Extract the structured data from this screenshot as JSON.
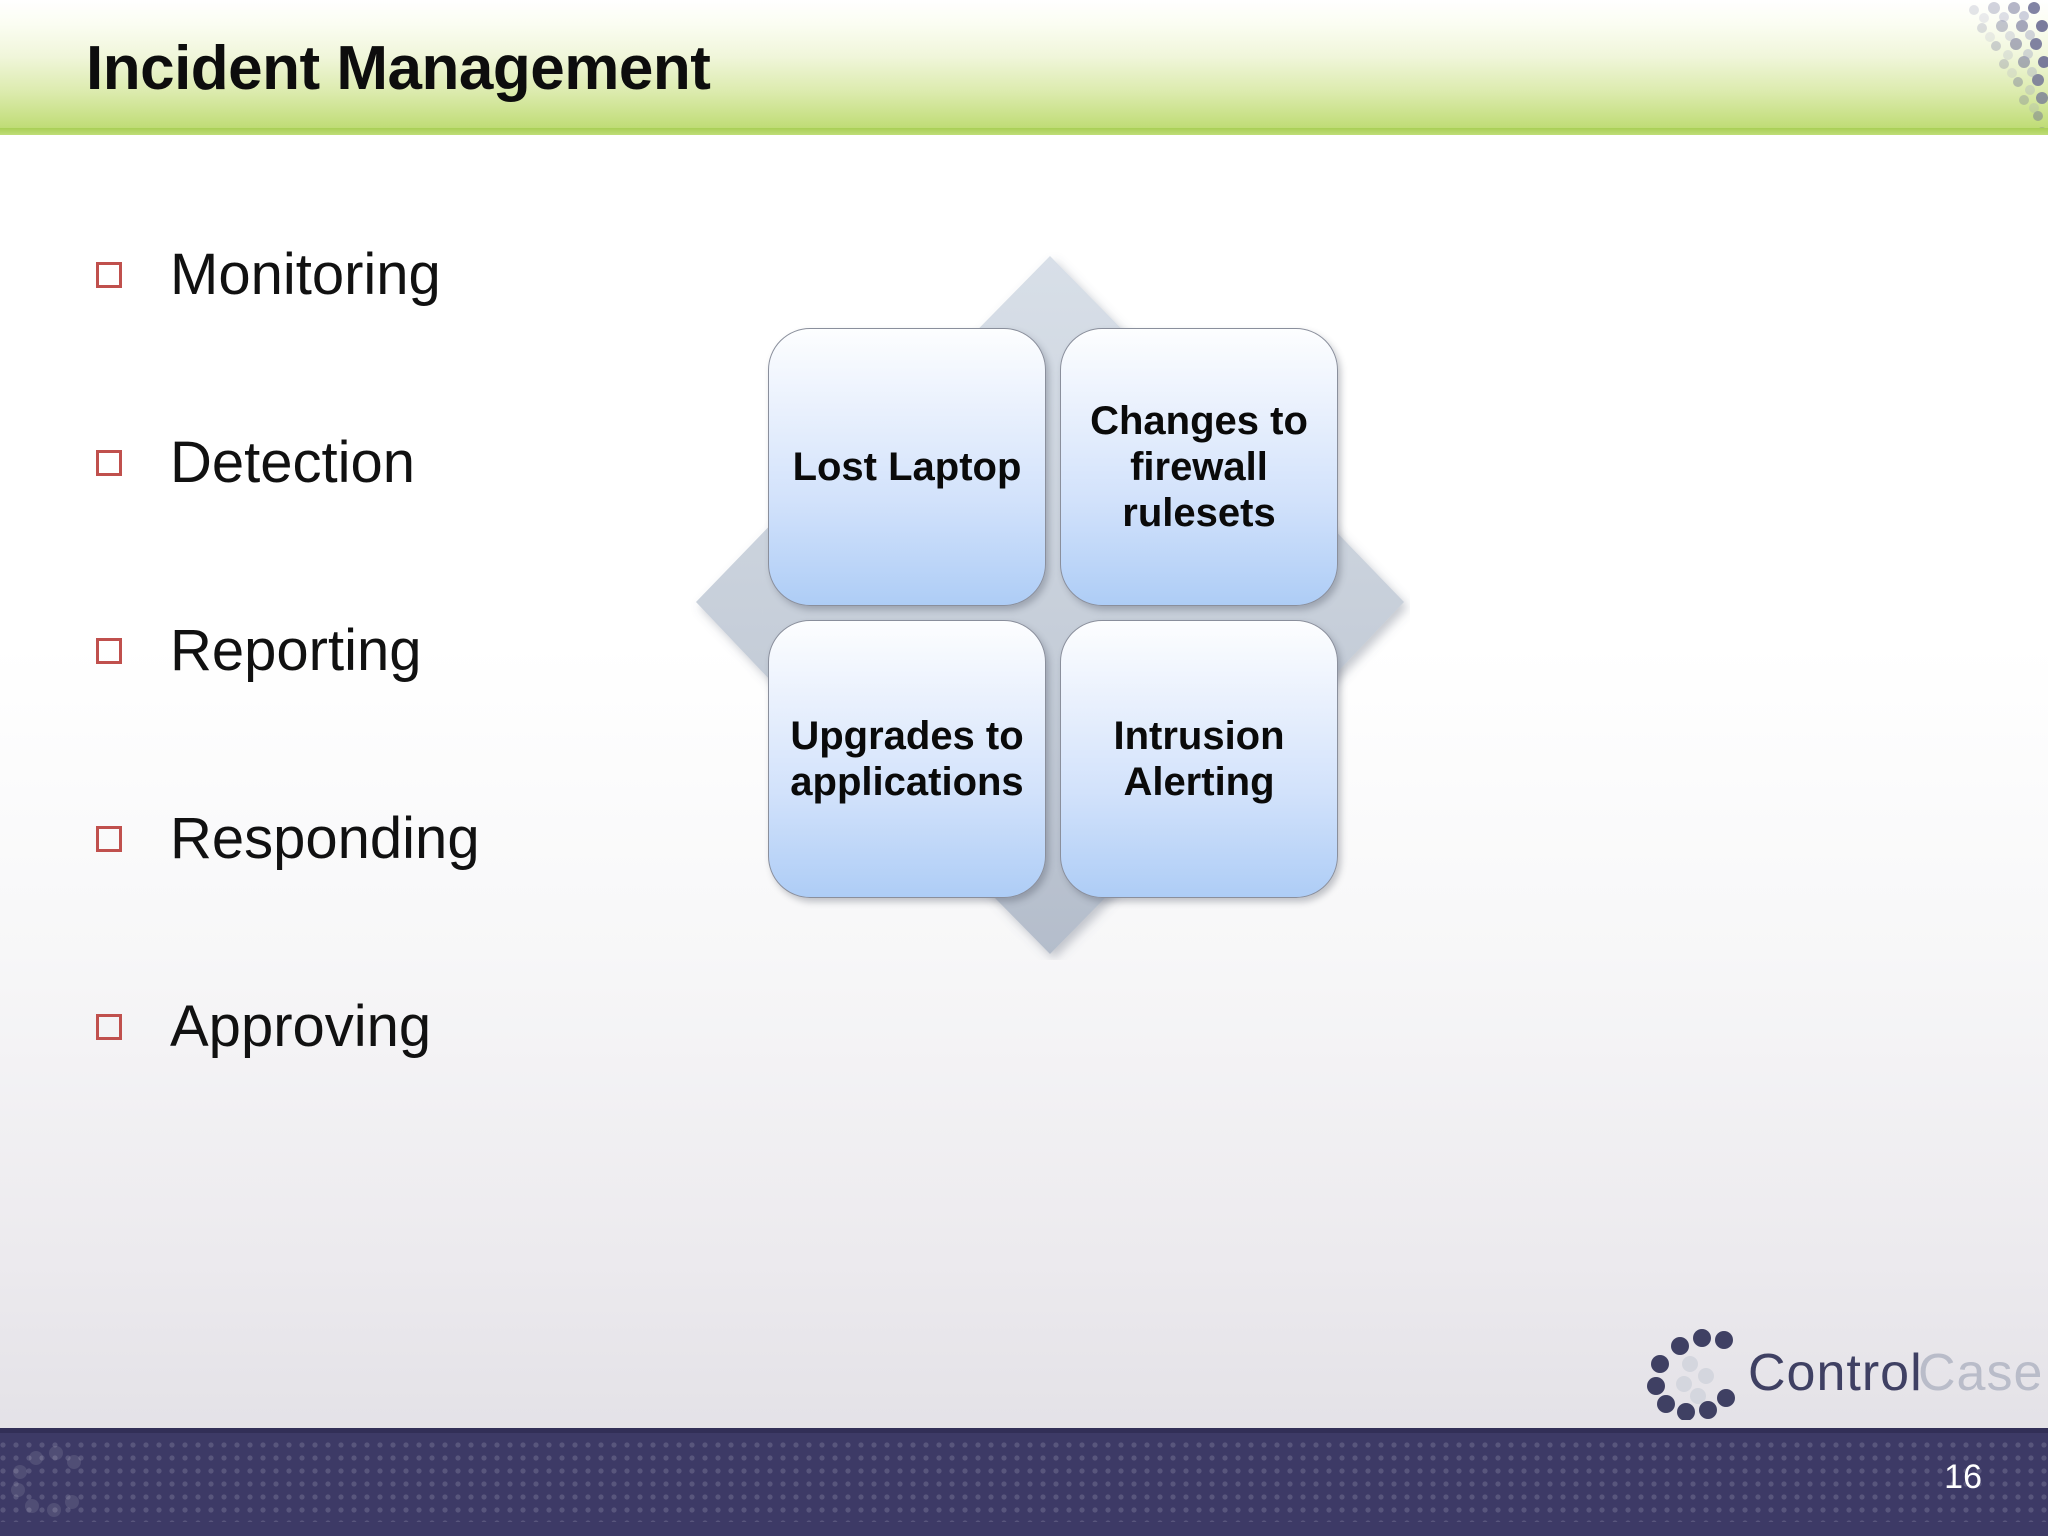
{
  "slide": {
    "title": "Incident Management",
    "page_number": "16"
  },
  "colors": {
    "header_green": "#c3de7c",
    "bullet_marker": "#c0504d",
    "box_blue": "#aecdf6",
    "star_gray": "#c6ced9",
    "footer_purple": "#3d3a66",
    "logo_navy": "#3d3a66",
    "logo_gray": "#b9bcc9"
  },
  "bullets": [
    {
      "label": "Monitoring"
    },
    {
      "label": "Detection"
    },
    {
      "label": "Reporting"
    },
    {
      "label": "Responding"
    },
    {
      "label": "Approving"
    }
  ],
  "diagram": {
    "shape": "four-point-star-behind-2x2-grid",
    "cells": [
      {
        "position": "top-left",
        "label": "Lost Laptop"
      },
      {
        "position": "top-right",
        "label": "Changes to\nfirewall\nrulesets"
      },
      {
        "position": "bottom-left",
        "label": "Upgrades to\napplications"
      },
      {
        "position": "bottom-right",
        "label": "Intrusion\nAlerting"
      }
    ]
  },
  "logo": {
    "word_one": "Control",
    "word_two": "Case",
    "mark": "dotted-c-icon"
  }
}
